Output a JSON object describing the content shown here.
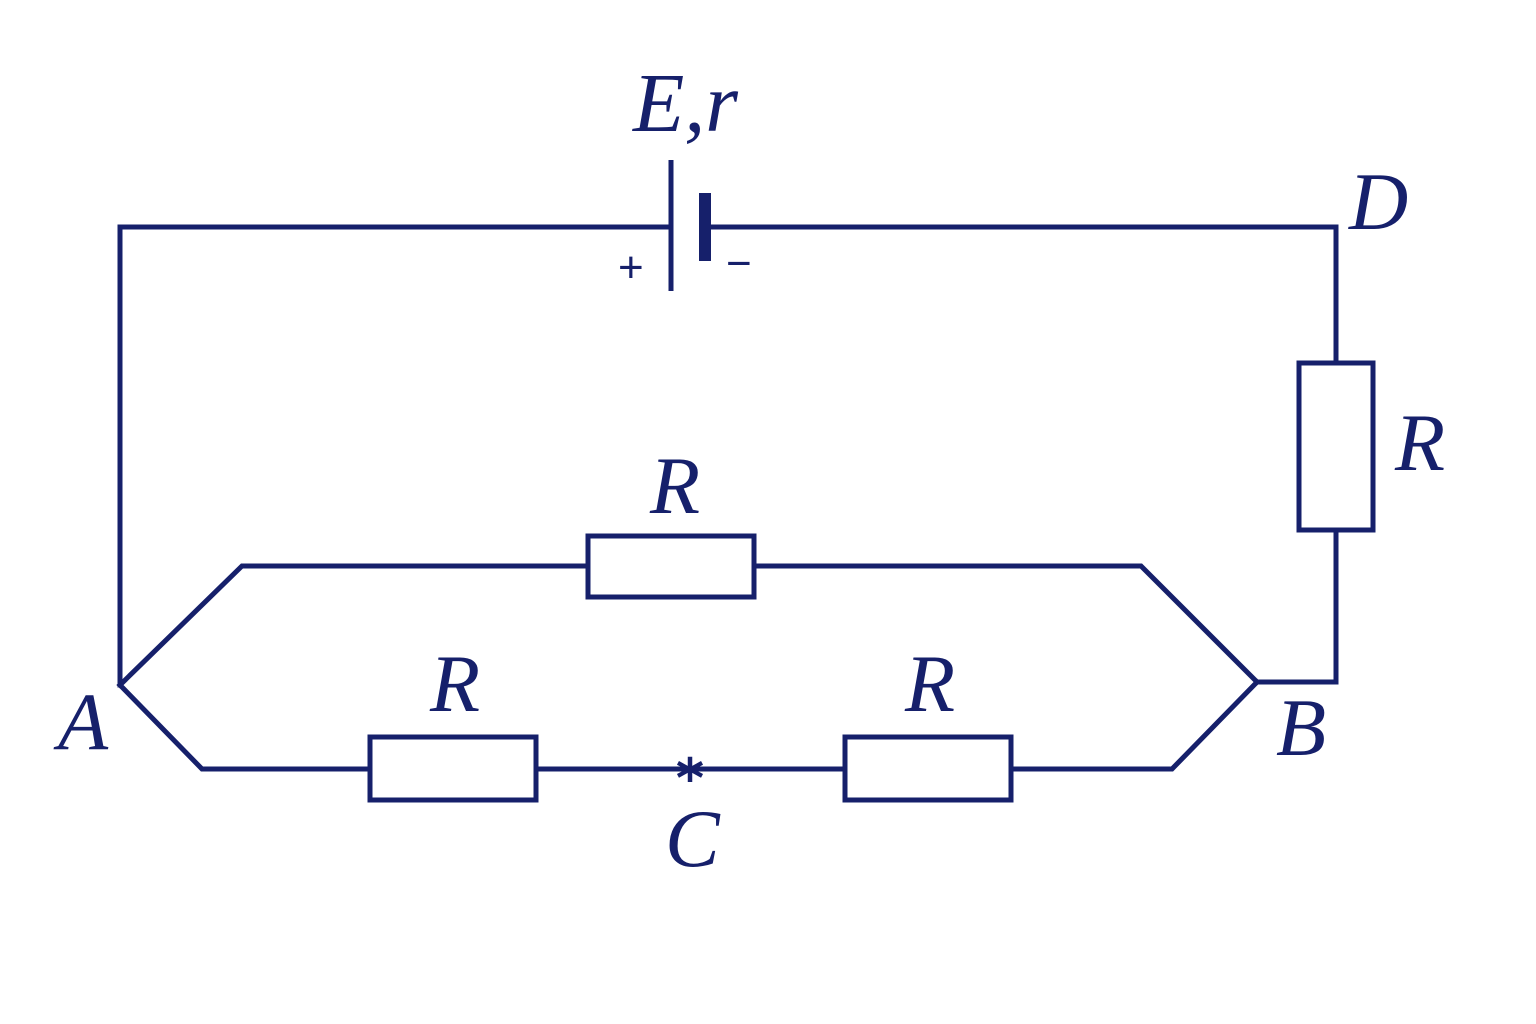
{
  "colors": {
    "ink": "#16206b",
    "background": "#ffffff"
  },
  "source": {
    "label": "E,r",
    "positive_sign": "+",
    "negative_sign": "−"
  },
  "nodes": {
    "A": "A",
    "B": "B",
    "C": "C",
    "D": "D"
  },
  "junction_marker": "*",
  "resistors": {
    "top_branch": "R",
    "bottom_left": "R",
    "bottom_right": "R",
    "right_side": "R"
  }
}
